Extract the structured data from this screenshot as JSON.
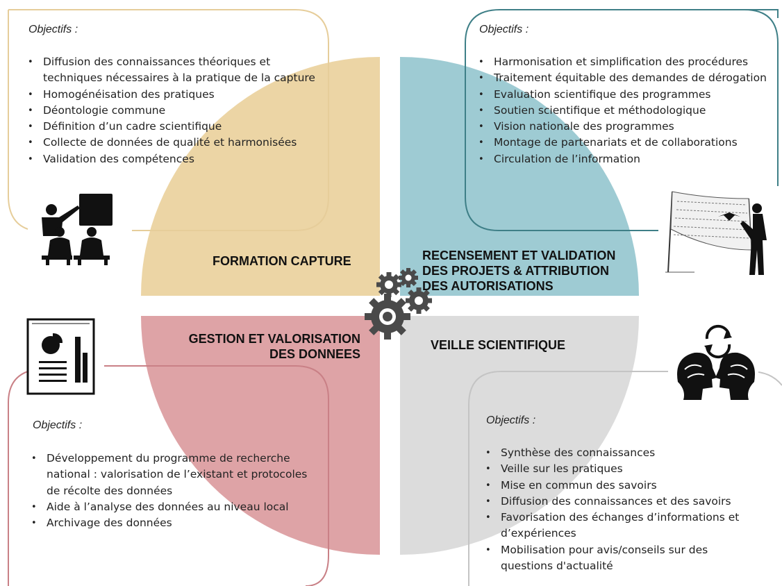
{
  "colors": {
    "formation": "#ecd5a5",
    "formation_border": "#e6cd9a",
    "recensement": "#9ecbd3",
    "recensement_border": "#3e7f87",
    "gestion": "#dea3a6",
    "gestion_border": "#c98086",
    "veille": "#dcdcdc",
    "veille_border": "#c4c4c4",
    "gears": "#4a4a4a"
  },
  "quadrants": {
    "formation": {
      "label": "FORMATION CAPTURE"
    },
    "recensement": {
      "label_lines": [
        "RECENSEMENT ET VALIDATION",
        "DES PROJETS & ATTRIBUTION",
        "DES AUTORISATIONS"
      ]
    },
    "gestion": {
      "label_lines": [
        "GESTION ET VALORISATION",
        "DES DONNEES"
      ]
    },
    "veille": {
      "label": "VEILLE SCIENTIFIQUE"
    }
  },
  "panels": {
    "formation": {
      "heading": "Objectifs :",
      "items": [
        "Diffusion des connaissances théoriques et",
        "techniques nécessaires à la pratique de la capture",
        "Homogénéisation des pratiques",
        "Déontologie commune",
        "Définition d’un cadre scientifique",
        "Collecte de données de qualité et harmonisées",
        "Validation des compétences"
      ]
    },
    "recensement": {
      "heading": "Objectifs :",
      "items": [
        "Harmonisation  et simplification des procédures",
        "Traitement équitable des demandes de dérogation",
        "Evaluation scientifique des programmes",
        "Soutien scientifique et méthodologique",
        "Vision nationale des programmes",
        "Montage de partenariats et de collaborations",
        "Circulation de l’information"
      ]
    },
    "gestion": {
      "heading": "Objectifs :",
      "items": [
        "Développement du programme de recherche",
        "national : valorisation de l’existant et protocoles",
        "de récolte des données",
        "Aide à l’analyse des données au niveau local",
        "Archivage des données"
      ]
    },
    "veille": {
      "heading": "Objectifs :",
      "items": [
        "Synthèse des connaissances",
        "Veille sur les pratiques",
        "Mise en commun des savoirs",
        "Diffusion des connaissances et des savoirs",
        "Favorisation des échanges d’informations et",
        "d’expériences",
        "Mobilisation pour avis/conseils sur des",
        "questions d'actualité"
      ]
    }
  },
  "icons": {
    "formation": "teacher-classroom-icon",
    "recensement": "bat-net-capture-icon",
    "gestion": "report-chart-icon",
    "veille": "exchanging-heads-icon",
    "center": "gears-icon"
  }
}
